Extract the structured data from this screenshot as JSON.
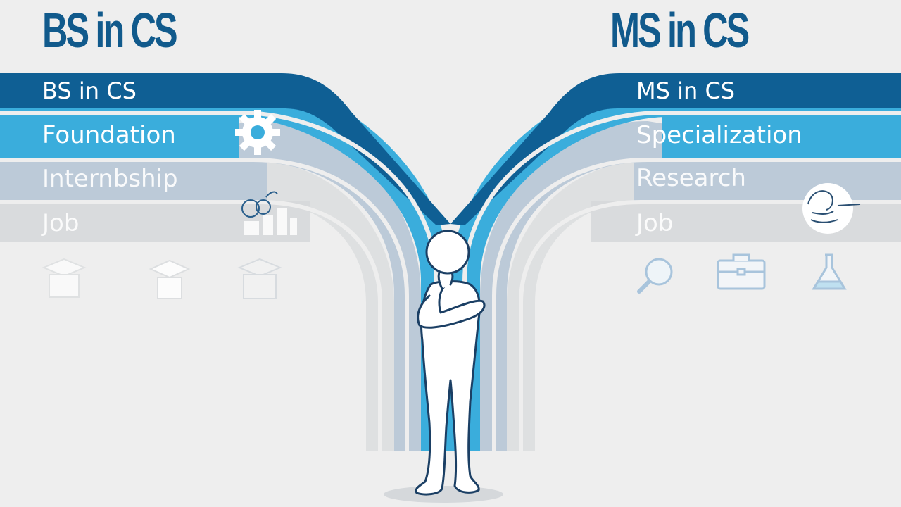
{
  "left": {
    "title": "BS in CS",
    "bands": [
      "BS in CS",
      "Foundation",
      "Internbship",
      "Job"
    ],
    "icons": [
      "gear-icon",
      "gears-icon",
      "graduation-cap-icon",
      "graduation-cap-icon",
      "graduation-cap-icon"
    ]
  },
  "right": {
    "title": "MS in CS",
    "bands": [
      "MS in CS",
      "Specialization",
      "Research",
      "Job"
    ],
    "icons": [
      "research-illustration-icon",
      "magnifier-icon",
      "briefcase-icon",
      "flask-icon"
    ]
  },
  "colors": {
    "dark_blue": "#0f5f94",
    "light_blue": "#3aaddc",
    "pale_blue": "#bcc9d6",
    "faint_gray": "#d7d9db",
    "background": "#eeeeee"
  },
  "figure": "person-thinking"
}
